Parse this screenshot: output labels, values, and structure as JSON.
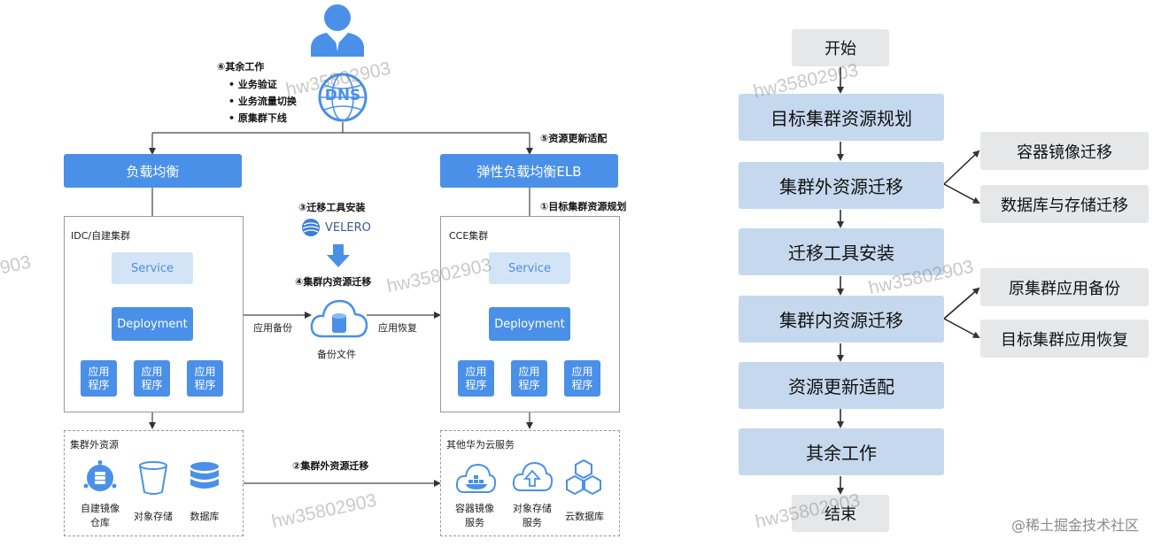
{
  "left_diagram": {
    "step6_title": "⑥其余工作",
    "step6_items": [
      "业务验证",
      "业务流量切换",
      "原集群下线"
    ],
    "dns_label": "DNS",
    "step5": "⑤资源更新适配",
    "lb_left": "负载均衡",
    "lb_right": "弹性负载均衡ELB",
    "step3": "③迁移工具安装",
    "velero": "VELERO",
    "step1": "①目标集群资源规划",
    "idc_title": "IDC/自建集群",
    "cce_title": "CCE集群",
    "service": "Service",
    "deployment": "Deployment",
    "app_line1": "应用",
    "app_line2": "程序",
    "step4": "④集群内资源迁移",
    "backup_label": "应用备份",
    "restore_label": "应用恢复",
    "backup_file": "备份文件",
    "ext_title": "集群外资源",
    "ext_items": [
      {
        "line1": "自建镜像",
        "line2": "仓库"
      },
      {
        "line1": "对象存储",
        "line2": ""
      },
      {
        "line1": "数据库",
        "line2": ""
      }
    ],
    "step2": "②集群外资源迁移",
    "cloud_title": "其他华为云服务",
    "cloud_items": [
      {
        "line1": "容器镜像",
        "line2": "服务"
      },
      {
        "line1": "对象存储",
        "line2": "服务"
      },
      {
        "line1": "云数据库",
        "line2": ""
      }
    ]
  },
  "flowchart": {
    "start": "开始",
    "steps": [
      "目标集群资源规划",
      "集群外资源迁移",
      "迁移工具安装",
      "集群内资源迁移",
      "资源更新适配",
      "其余工作"
    ],
    "end": "结束",
    "sub_external": [
      "容器镜像迁移",
      "数据库与存储迁移"
    ],
    "sub_internal": [
      "原集群应用备份",
      "目标集群应用恢复"
    ]
  },
  "watermarks": [
    "hw35802903",
    "903",
    "hw35802903",
    "hw35802903",
    "hw35802903",
    "hw35802903",
    "hw35802903"
  ],
  "site_mark": "@稀土掘金技术社区",
  "colors": {
    "primary_blue": "#4a90e8",
    "light_blue": "#d4e4f7",
    "flow_blue": "#c6d8ed",
    "flow_gray": "#e6e7e9"
  }
}
